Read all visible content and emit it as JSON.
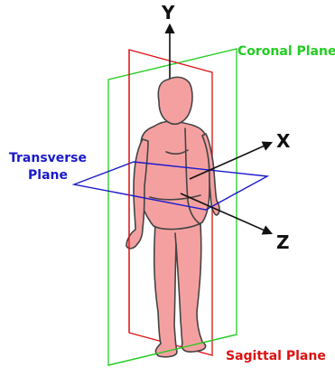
{
  "axes": {
    "y": "Y",
    "x": "X",
    "z": "Z"
  },
  "planes": {
    "coronal": {
      "label": "Coronal Plane",
      "color": "#22cc22"
    },
    "sagittal": {
      "label": "Sagittal Plane",
      "color": "#dd1111"
    },
    "transverse": {
      "line1": "Transverse",
      "line2": "Plane",
      "color": "#1a1acc"
    }
  },
  "colors": {
    "body_fill": "#f5a0a0",
    "body_outline": "#444444",
    "axis": "#111111"
  },
  "icons": {
    "figure": "human-figure"
  }
}
